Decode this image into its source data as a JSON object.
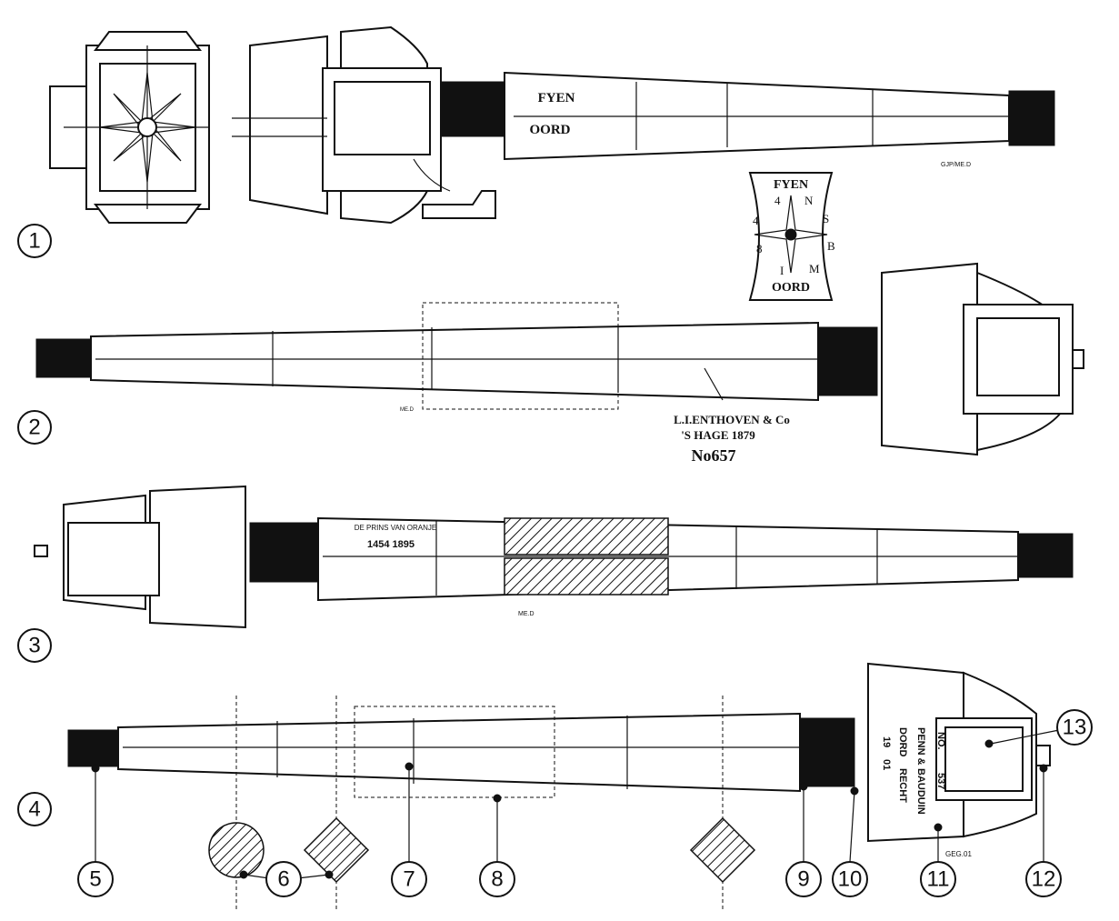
{
  "views": [
    {
      "label": "1",
      "stamp_top": "FYEN",
      "stamp_bottom": "OORD",
      "initials": "GJP/ME.D"
    },
    {
      "label": "2",
      "maker_line1": "L.I.ENTHOVEN & Co",
      "maker_line2": "'S HAGE 1879",
      "number": "No657",
      "initials": "ME.D"
    },
    {
      "label": "3",
      "inscription_line1": "DE PRINS VAN ORANJE",
      "inscription_line2": "1454  1895",
      "initials": "ME.D"
    },
    {
      "label": "4",
      "plate_no": "NO.",
      "plate_num": "537",
      "plate_maker1": "PENN &",
      "plate_maker2": "BAUDUIN",
      "plate_place1": "DORD",
      "plate_place2": "RECHT",
      "plate_year1": "19",
      "plate_year2": "01",
      "initials": "GEG.01"
    }
  ],
  "medallion": {
    "top": "FYEN",
    "bottom": "OORD",
    "letters": [
      "S",
      "B",
      "M",
      "I",
      "8",
      "4",
      "4",
      "N"
    ]
  },
  "callouts": [
    "5",
    "6",
    "7",
    "8",
    "9",
    "10",
    "11",
    "12",
    "13"
  ]
}
